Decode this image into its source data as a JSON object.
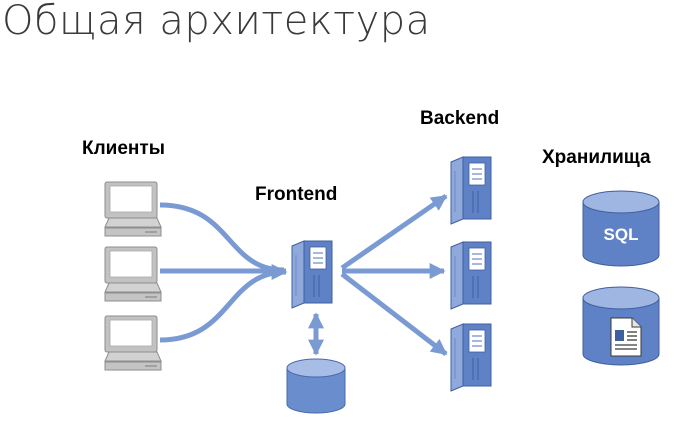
{
  "title": "Общая архитектура",
  "labels": {
    "clients": "Клиенты",
    "frontend": "Frontend",
    "backend": "Backend",
    "storage": "Хранилища"
  },
  "db_sql_label": "SQL",
  "colors": {
    "accent": "#7a9ad4",
    "accent_dark": "#4a6aae",
    "accent_light": "#c8d6ef",
    "terminal": "#b5b5b5",
    "text": "#000000"
  },
  "icons": {
    "client": "computer-terminal-icon",
    "server": "server-tower-icon",
    "database": "database-cylinder-icon",
    "document": "document-icon"
  }
}
